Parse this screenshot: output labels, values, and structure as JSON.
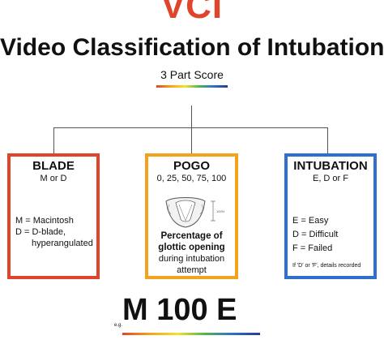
{
  "logo": "VCI",
  "title": "Video Classification of Intubation",
  "subtitle": "3 Part Score",
  "colors": {
    "blade": "#e0452b",
    "pogo": "#f3a21d",
    "intubation": "#2f6fd1",
    "logo": "#e0452b",
    "connector": "#555555"
  },
  "boxes": {
    "blade": {
      "heading": "BLADE",
      "options": "M or D",
      "lines": [
        "M = Macintosh",
        "D = D-blade,",
        "hyperangulated"
      ]
    },
    "pogo": {
      "heading": "POGO",
      "options": "0, 25, 50, 75, 100",
      "scale_label": "100%",
      "bold_lines": [
        "Percentage of",
        "glottic opening"
      ],
      "plain_lines": [
        "during intubation",
        "attempt"
      ]
    },
    "intubation": {
      "heading": "INTUBATION",
      "options": "E, D or F",
      "lines": [
        "E = Easy",
        "D = Difficult",
        "F = Failed"
      ],
      "note": "If 'D' or 'F', details recorded"
    }
  },
  "example": {
    "prefix": "e.g.",
    "text": "M 100 E"
  }
}
